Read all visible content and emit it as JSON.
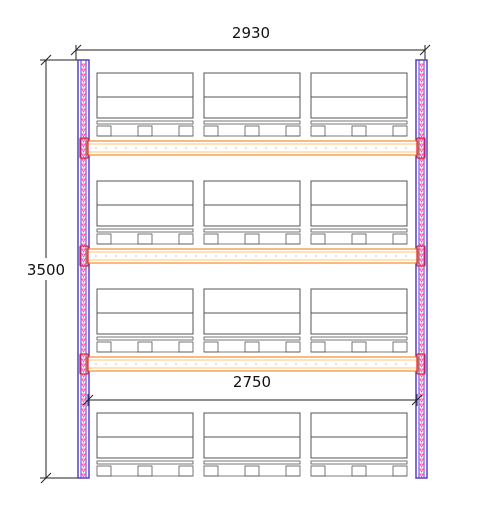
{
  "dimensions": {
    "overall_width": "2930",
    "overall_height": "3500",
    "beam_length": "2750"
  },
  "rack": {
    "shelf_levels": 4,
    "beam_levels": 3,
    "pallets_per_level": 3
  },
  "colors": {
    "upright_frame": "#5a3fc0",
    "upright_holes": "#ff3db8",
    "beam": "#f28c28",
    "beam_highlight": "#ffb347",
    "connector": "#e8202a",
    "pallet": "#555555",
    "dimension_line": "#222222"
  }
}
